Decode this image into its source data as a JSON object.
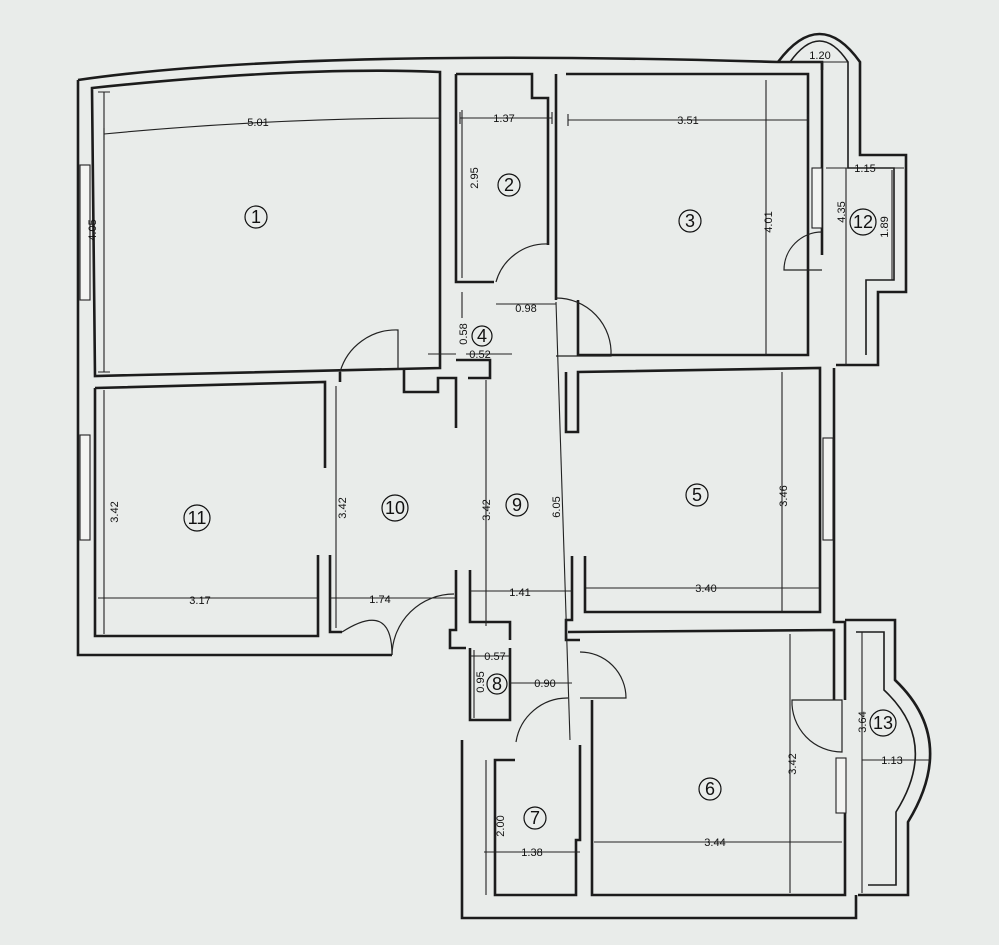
{
  "rooms": [
    {
      "id": "r1",
      "label": "1"
    },
    {
      "id": "r2",
      "label": "2"
    },
    {
      "id": "r3",
      "label": "3"
    },
    {
      "id": "r4",
      "label": "4"
    },
    {
      "id": "r5",
      "label": "5"
    },
    {
      "id": "r6",
      "label": "6"
    },
    {
      "id": "r7",
      "label": "7"
    },
    {
      "id": "r8",
      "label": "8"
    },
    {
      "id": "r9",
      "label": "9"
    },
    {
      "id": "r10",
      "label": "10"
    },
    {
      "id": "r11",
      "label": "11"
    },
    {
      "id": "r12",
      "label": "12"
    },
    {
      "id": "r13",
      "label": "13"
    }
  ],
  "dimensions": {
    "r1_width": "5.01",
    "r1_height": "4.05",
    "r2_width": "1.37",
    "r2_height": "2.95",
    "r3_width": "3.51",
    "r3_height": "4.01",
    "r12_top": "1.20",
    "r12_width": "1.15",
    "r12_height": "1.89",
    "r12_side": "4.35",
    "r4_height": "0.58",
    "r4_width": "0.52",
    "r4_gap": "0.98",
    "r11_height": "3.42",
    "r11_width": "3.17",
    "r10_height": "3.42",
    "r10_width": "1.74",
    "r9_height": "3.42",
    "r9_width": "1.41",
    "r9_long": "6.05",
    "r5_height": "3.46",
    "r5_width": "3.40",
    "r8_width": "0.57",
    "r8_height": "0.95",
    "r8_gap": "0.90",
    "r6_height": "3.42",
    "r6_width": "3.44",
    "r13_height": "3.64",
    "r13_width": "1.13",
    "r7_height": "2.00",
    "r7_width": "1.38"
  }
}
